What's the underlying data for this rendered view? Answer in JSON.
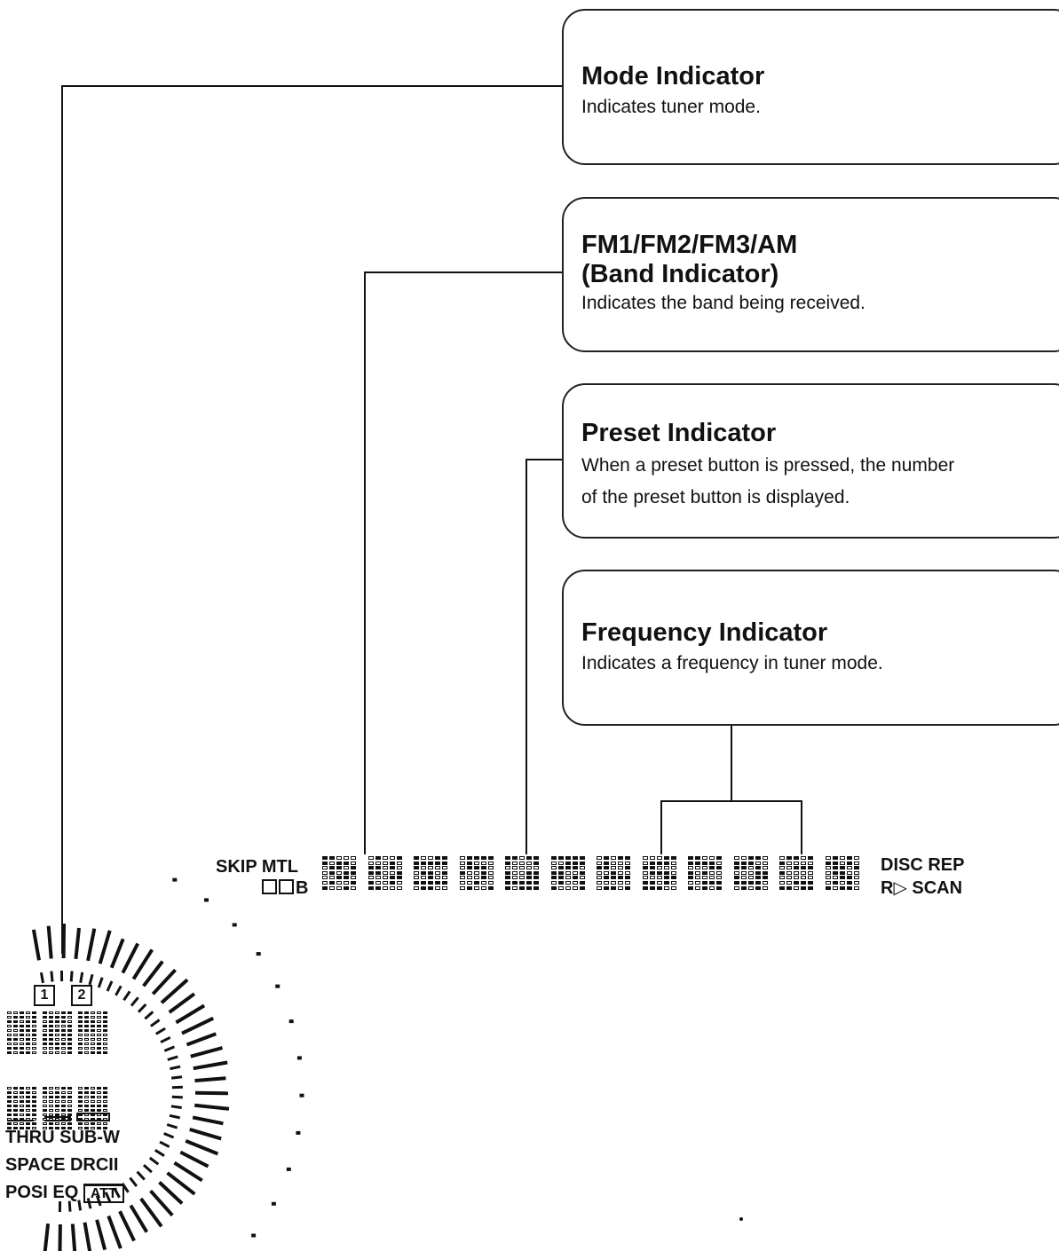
{
  "callouts": {
    "mode": {
      "title": "Mode Indicator",
      "desc": "Indicates tuner mode."
    },
    "band": {
      "title_line1": "FM1/FM2/FM3/AM",
      "title_line2": "(Band Indicator)",
      "desc": "Indicates the band being received."
    },
    "preset": {
      "title": "Preset Indicator",
      "desc_line1": "When a preset button is pressed, the number",
      "desc_line2": "of the preset button is displayed."
    },
    "frequency": {
      "title": "Frequency Indicator",
      "desc": "Indicates a frequency in tuner mode."
    }
  },
  "display": {
    "skip_mtl": "SKIP MTL",
    "db": "B",
    "disc_rep": "DISC  REP",
    "r_scan": "R▷  SCAN",
    "digit_count": 12
  },
  "left_panel": {
    "box1": "1",
    "box2": "2",
    "thru_subw": "THRU SUB-W",
    "space_drc": "SPACE  DRCII",
    "posi_eq": "POSI  EQ",
    "att": "ATT"
  },
  "colors": {
    "line": "#111111",
    "background": "#ffffff"
  }
}
